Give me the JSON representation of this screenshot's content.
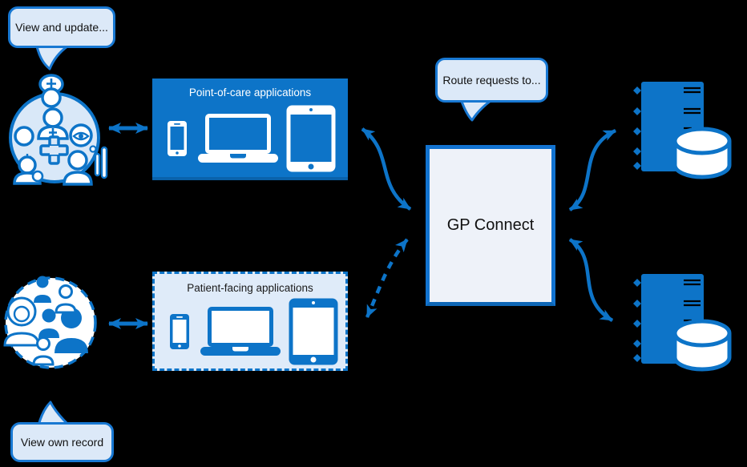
{
  "bubbles": {
    "view_update": {
      "label": "View and update..."
    },
    "route_requests": {
      "label": "Route requests to..."
    },
    "view_own_record": {
      "label": "View own record"
    }
  },
  "nodes": {
    "point_of_care": {
      "title": "Point-of-care applications"
    },
    "patient_facing": {
      "title": "Patient-facing applications"
    },
    "gp_connect": {
      "label": "GP Connect"
    }
  },
  "icons": {
    "clinicians_group": "clinicians-group-icon",
    "patients_group": "patients-group-icon",
    "point_of_care_devices": [
      "smartphone-icon",
      "laptop-icon",
      "tablet-icon"
    ],
    "patient_facing_devices": [
      "smartphone-icon",
      "laptop-icon",
      "tablet-icon"
    ],
    "provider_systems": [
      "server-database-icon",
      "server-database-icon"
    ]
  },
  "connections": [
    {
      "from": "clinicians-group",
      "to": "point-of-care-box",
      "style": "solid",
      "bidirectional": true
    },
    {
      "from": "patients-group",
      "to": "patient-facing-box",
      "style": "solid",
      "bidirectional": true
    },
    {
      "from": "point-of-care-box",
      "to": "gp-connect-box",
      "style": "solid",
      "bidirectional": true
    },
    {
      "from": "patient-facing-box",
      "to": "gp-connect-box",
      "style": "dashed",
      "bidirectional": true
    },
    {
      "from": "gp-connect-box",
      "to": "server-database-top",
      "style": "solid",
      "bidirectional": true
    },
    {
      "from": "gp-connect-box",
      "to": "server-database-bottom",
      "style": "solid",
      "bidirectional": true
    }
  ],
  "colors": {
    "primary_blue": "#0d74c8",
    "bubble_fill": "#dce9f8",
    "bubble_border": "#1878d2",
    "panel_light_fill": "#dfebf9",
    "gp_box_fill": "#eef2f9",
    "gp_box_border": "#1273d0",
    "background": "#000000",
    "text_dark": "#1a1a1a",
    "text_on_blue": "#ffffff"
  }
}
